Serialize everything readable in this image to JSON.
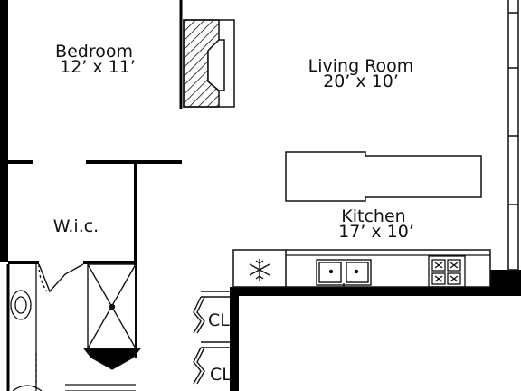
{
  "rooms": {
    "bedroom": {
      "name": "Bedroom",
      "size": "12’ x 11’"
    },
    "living_room": {
      "name": "Living Room",
      "size": "20’ x 10’"
    },
    "kitchen": {
      "name": "Kitchen",
      "size": "17’ x 10’"
    },
    "walk_in_closet": {
      "name": "W.i.c."
    }
  },
  "closets": {
    "closet_1": "CL",
    "closet_2": "CL"
  },
  "fixtures": {
    "refrigerator_icon": "snowflake-icon",
    "sink_icon": "double-sink-icon",
    "stove_icon": "four-burner-stove-icon",
    "fireplace_icon": "fireplace-icon"
  },
  "colors": {
    "wall": "#000000",
    "line": "#111111",
    "background": "#ffffff"
  }
}
